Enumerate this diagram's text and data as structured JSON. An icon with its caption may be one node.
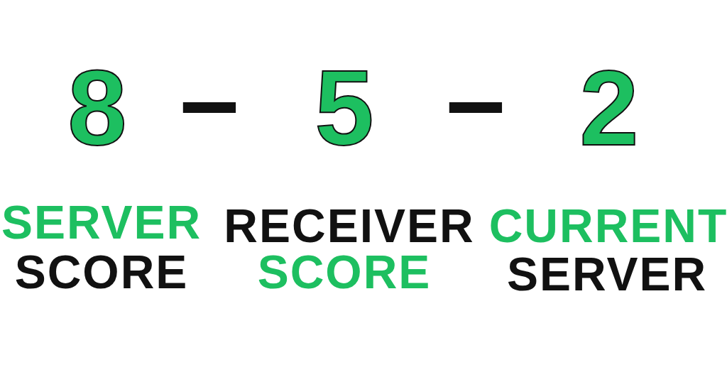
{
  "diagram": {
    "labels": [
      "8",
      "–",
      "5",
      "–",
      "2",
      "SERVER",
      "SCORE",
      "RECEIVER",
      "SCORE",
      "CURRENT",
      "SERVER"
    ]
  }
}
